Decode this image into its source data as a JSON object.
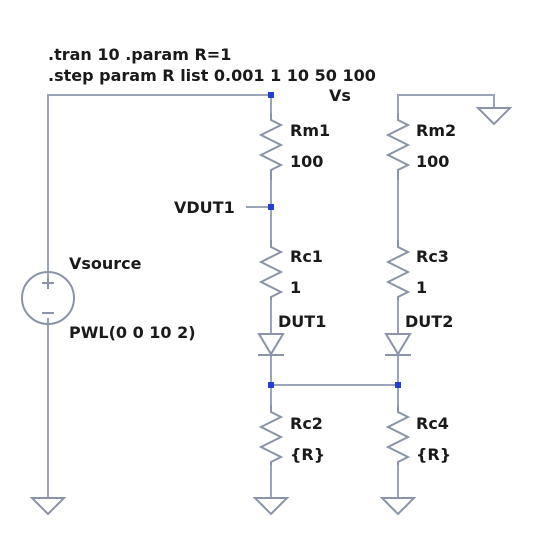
{
  "directives": {
    "line1": ".tran 10  .param R=1",
    "line2": ".step param R list 0.001 1 10 50 100"
  },
  "net_labels": {
    "vs": "Vs",
    "vdut1": "VDUT1"
  },
  "components": {
    "vsource": {
      "name": "Vsource",
      "value": "PWL(0 0 10 2)"
    },
    "rm1": {
      "name": "Rm1",
      "value": "100"
    },
    "rm2": {
      "name": "Rm2",
      "value": "100"
    },
    "rc1": {
      "name": "Rc1",
      "value": "1"
    },
    "rc3": {
      "name": "Rc3",
      "value": "1"
    },
    "dut1": {
      "name": "DUT1"
    },
    "dut2": {
      "name": "DUT2"
    },
    "rc2": {
      "name": "Rc2",
      "value": "{R}"
    },
    "rc4": {
      "name": "Rc4",
      "value": "{R}"
    }
  },
  "colors": {
    "wire": "#9aa3b8",
    "node": "#1f3fd6",
    "text": "#1a1a1a"
  }
}
